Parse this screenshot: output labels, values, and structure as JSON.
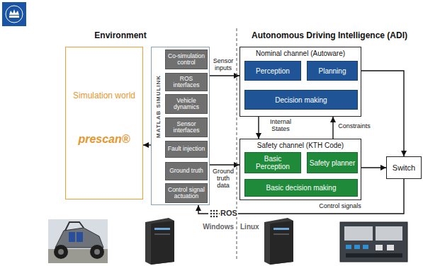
{
  "diagram": {
    "nodes": [
      {
        "text": [
          "Simulation world",
          "prescan®"
        ]
      },
      {
        "text": [
          "MATLAB SIMULINK"
        ]
      },
      {
        "text": [
          "Co-simulation control"
        ],
        "in": 1
      },
      {
        "text": [
          "ROS interfaces"
        ],
        "in": 1
      },
      {
        "text": [
          "Vehicle dynamics"
        ],
        "in": 1
      },
      {
        "text": [
          "Sensor interfaces"
        ],
        "in": 1
      },
      {
        "text": [
          "Fault injection"
        ],
        "in": 1
      },
      {
        "text": [
          "Ground truth"
        ],
        "in": 1
      },
      {
        "text": [
          "Control signal actuation"
        ],
        "in": 1
      },
      {
        "text": [
          "Nominal channel (Autoware)"
        ]
      },
      {
        "text": [
          "Perception"
        ],
        "in": 9
      },
      {
        "text": [
          "Planning"
        ],
        "in": 9
      },
      {
        "text": [
          "Decision making"
        ],
        "in": 9
      },
      {
        "text": [
          "Safety channel (KTH Code)"
        ]
      },
      {
        "text": [
          "Basic Perception"
        ],
        "in": 13
      },
      {
        "text": [
          "Safety planner"
        ],
        "in": 13
      },
      {
        "text": [
          "Basic decision making"
        ],
        "in": 13
      },
      {
        "text": [
          "Switch"
        ]
      }
    ],
    "edges": [
      {
        "from": 1,
        "to": 9,
        "label": "Sensor inputs",
        "arrow": "to"
      },
      {
        "from": 1,
        "to": 13,
        "label": "Ground truth data",
        "arrow": "to"
      },
      {
        "from": 1,
        "to": 0,
        "arrow": "to"
      },
      {
        "from": 10,
        "to": 12,
        "arrow": "to"
      },
      {
        "from": 12,
        "to": 11,
        "arrow": "to"
      },
      {
        "from": 9,
        "to": 13,
        "label": "Internal States",
        "arrow": "to"
      },
      {
        "from": 13,
        "to": 9,
        "label": "Constraints",
        "arrow": "to"
      },
      {
        "from": 14,
        "to": 16,
        "arrow": "to"
      },
      {
        "from": 16,
        "to": 15,
        "arrow": "to"
      },
      {
        "from": 11,
        "to": 17,
        "arrow": "to"
      },
      {
        "from": 13,
        "to": 17,
        "arrow": "to"
      },
      {
        "from": 17,
        "to": 1,
        "label": "Control signals",
        "arrow": "to"
      }
    ],
    "labels": [
      "Environment",
      "Autonomous Driving Intelligence (ADI)",
      "ROS",
      "Windows",
      "Linux"
    ]
  }
}
